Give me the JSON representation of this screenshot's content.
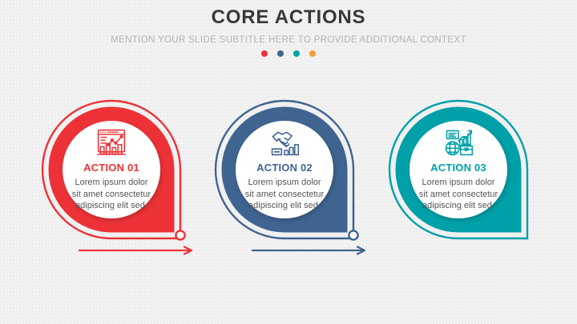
{
  "header": {
    "title": "CORE ACTIONS",
    "subtitle": "MENTION YOUR SLIDE SUBTITLE HERE TO PROVIDE ADDITIONAL CONTEXT",
    "dots": [
      {
        "name": "dot-red",
        "color": "#ed3237"
      },
      {
        "name": "dot-blue",
        "color": "#3f6490"
      },
      {
        "name": "dot-teal",
        "color": "#00a0a8"
      },
      {
        "name": "dot-orange",
        "color": "#f89b3c"
      }
    ]
  },
  "background": {
    "color": "#f2f2f2",
    "title_color": "#383838",
    "subtitle_color": "#b3b3b3",
    "body_text_color": "#555555"
  },
  "steps": [
    {
      "id": "action-01",
      "title": "ACTION 01",
      "body": "Lorem ipsum dolor sit amet consectetur adipiscing elit sed.",
      "body_lines": [
        "Lorem ipsum dolor",
        "sit amet consectetur",
        "adipiscing elit sed."
      ],
      "color": "#ed3237",
      "icon": "dashboard-chart-icon",
      "has_connector": true
    },
    {
      "id": "action-02",
      "title": "ACTION 02",
      "body": "Lorem ipsum dolor sit amet consectetur adipiscing elit sed.",
      "body_lines": [
        "Lorem ipsum dolor",
        "sit amet consectetur",
        "adipiscing elit sed."
      ],
      "color": "#3f6490",
      "icon": "handshake-bars-icon",
      "has_connector": true
    },
    {
      "id": "action-03",
      "title": "ACTION 03",
      "body": "Lorem ipsum dolor sit amet consectetur adipiscing elit sed.",
      "body_lines": [
        "Lorem ipsum dolor",
        "sit amet consectetur",
        "adipiscing elit sed."
      ],
      "color": "#00a0a8",
      "icon": "globe-briefcase-chart-icon",
      "has_connector": false
    }
  ]
}
